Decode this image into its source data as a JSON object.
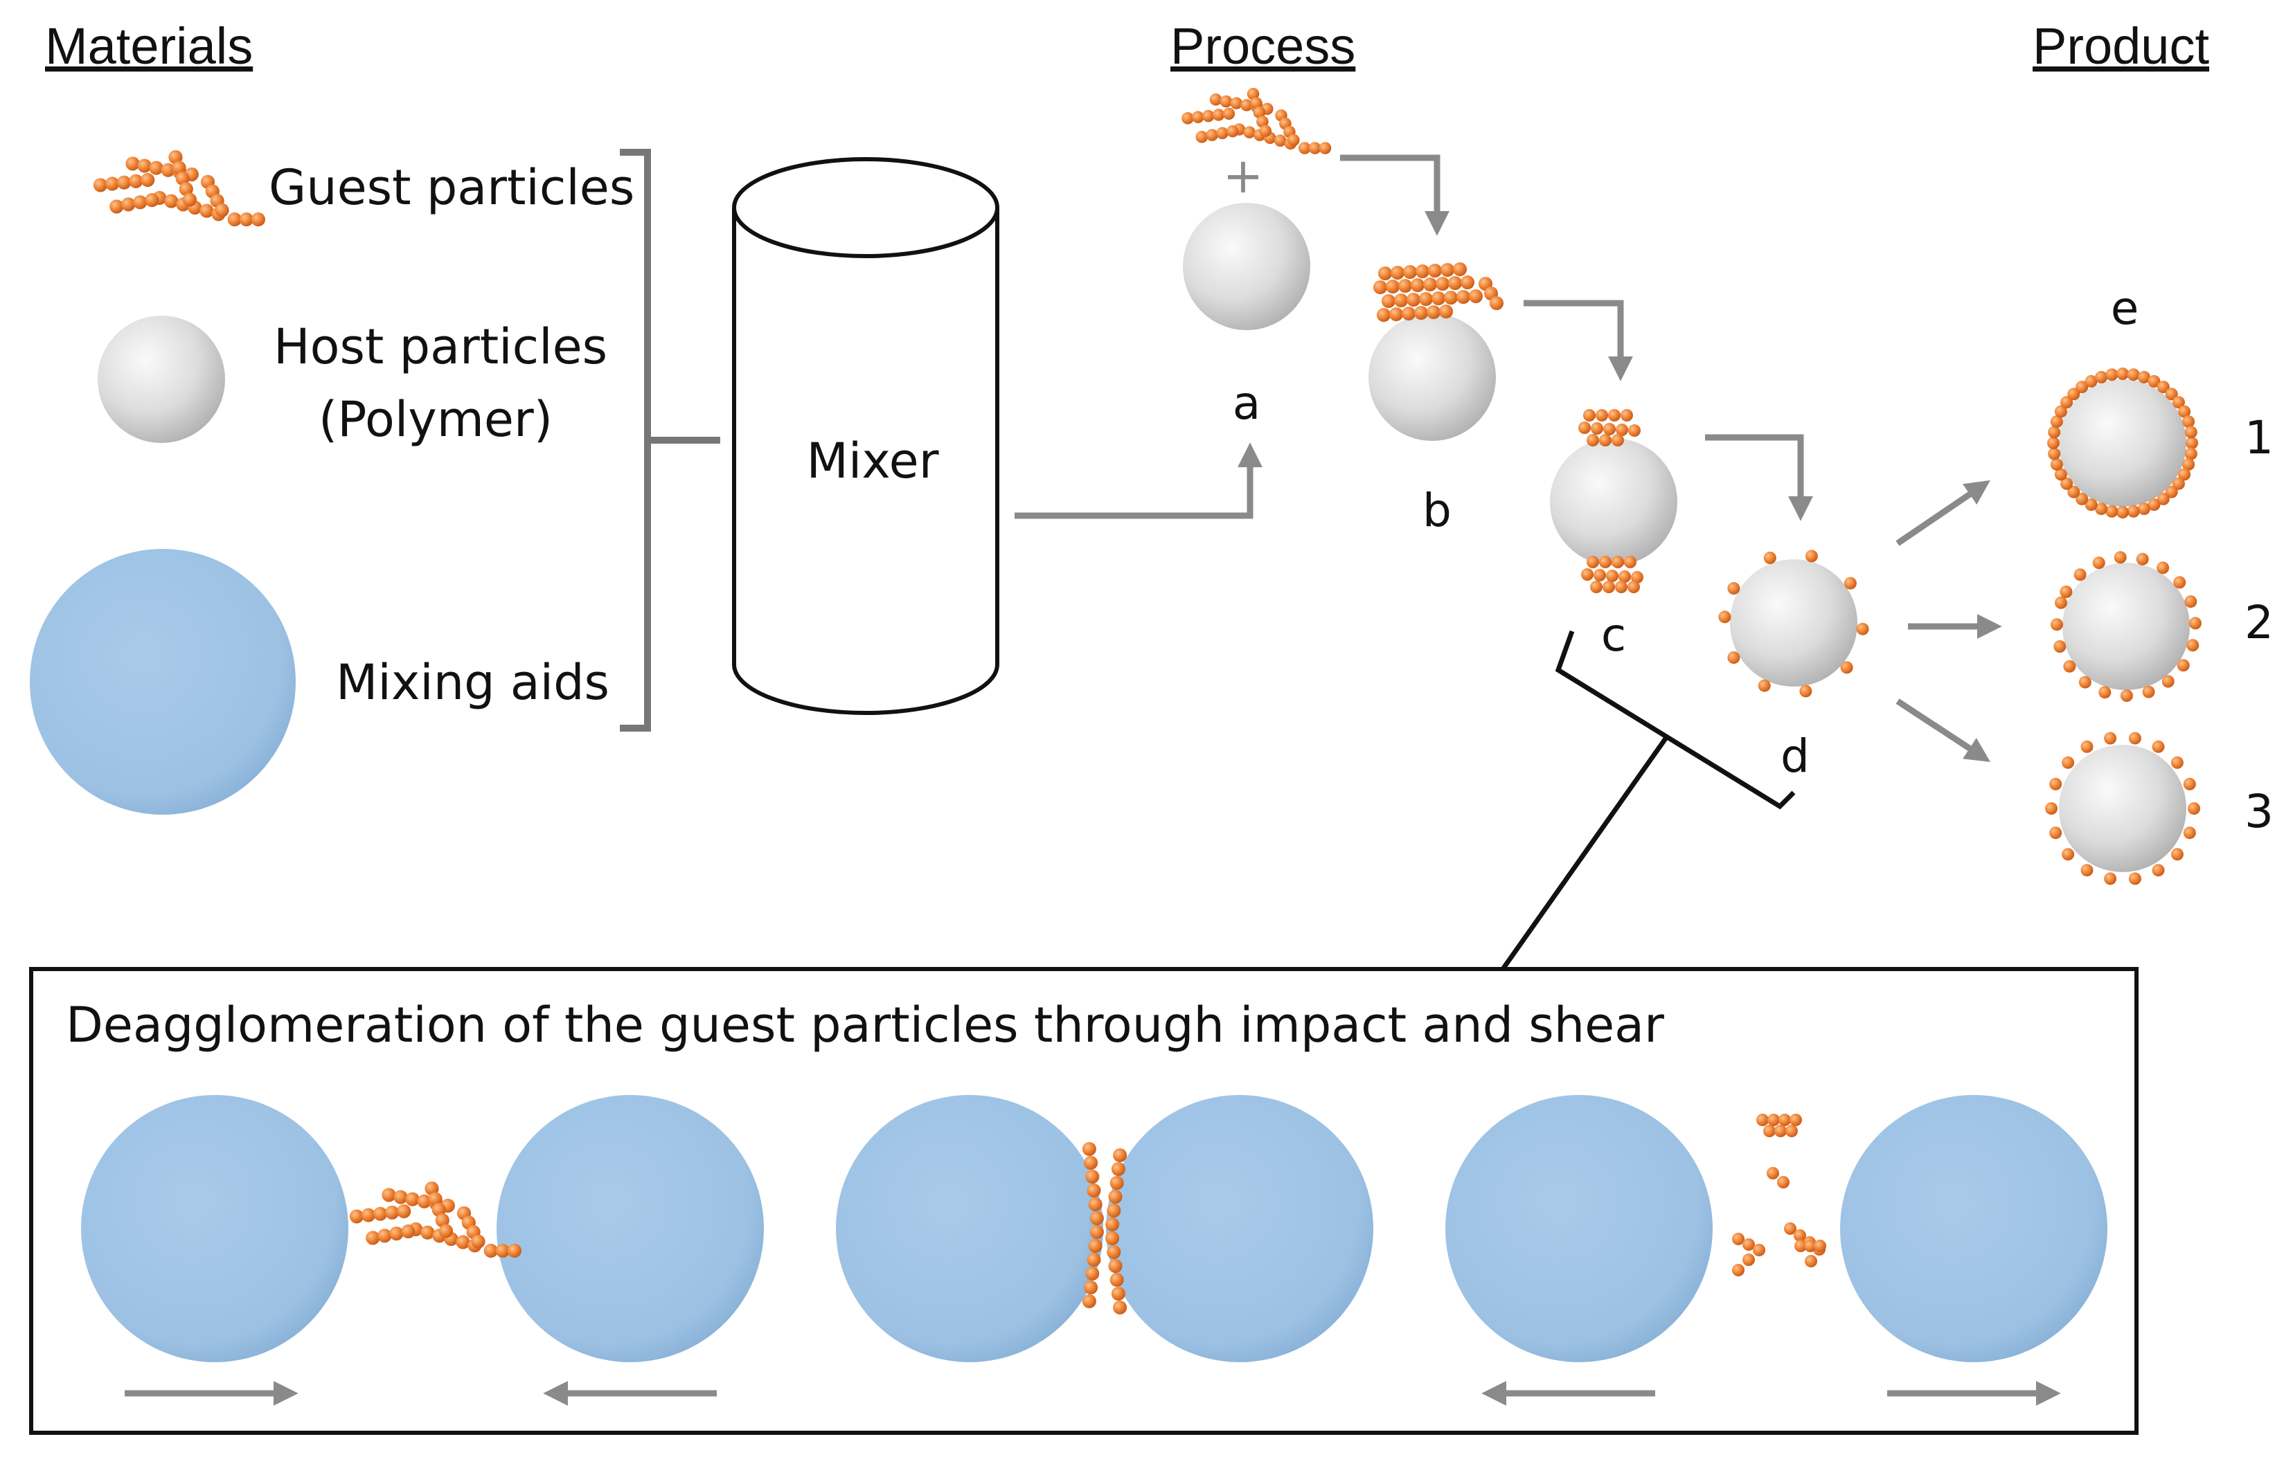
{
  "headers": {
    "materials": "Materials",
    "process": "Process",
    "product": "Product"
  },
  "materials": {
    "guest": "Guest particles",
    "host_line1": "Host particles",
    "host_line2": "(Polymer)",
    "aids": "Mixing aids"
  },
  "mixer_label": "Mixer",
  "plus_sign": "+",
  "steps": {
    "a": "a",
    "b": "b",
    "c": "c",
    "d": "d",
    "e": "e"
  },
  "products": [
    "1",
    "2",
    "3"
  ],
  "detail_title": "Deagglomeration of the guest particles through impact and shear",
  "colors": {
    "guest_orange": "#e8782a",
    "host_gray": "#d9d9d9",
    "aid_blue": "#9dc3e6",
    "arrow_gray": "#8a8a8a"
  }
}
